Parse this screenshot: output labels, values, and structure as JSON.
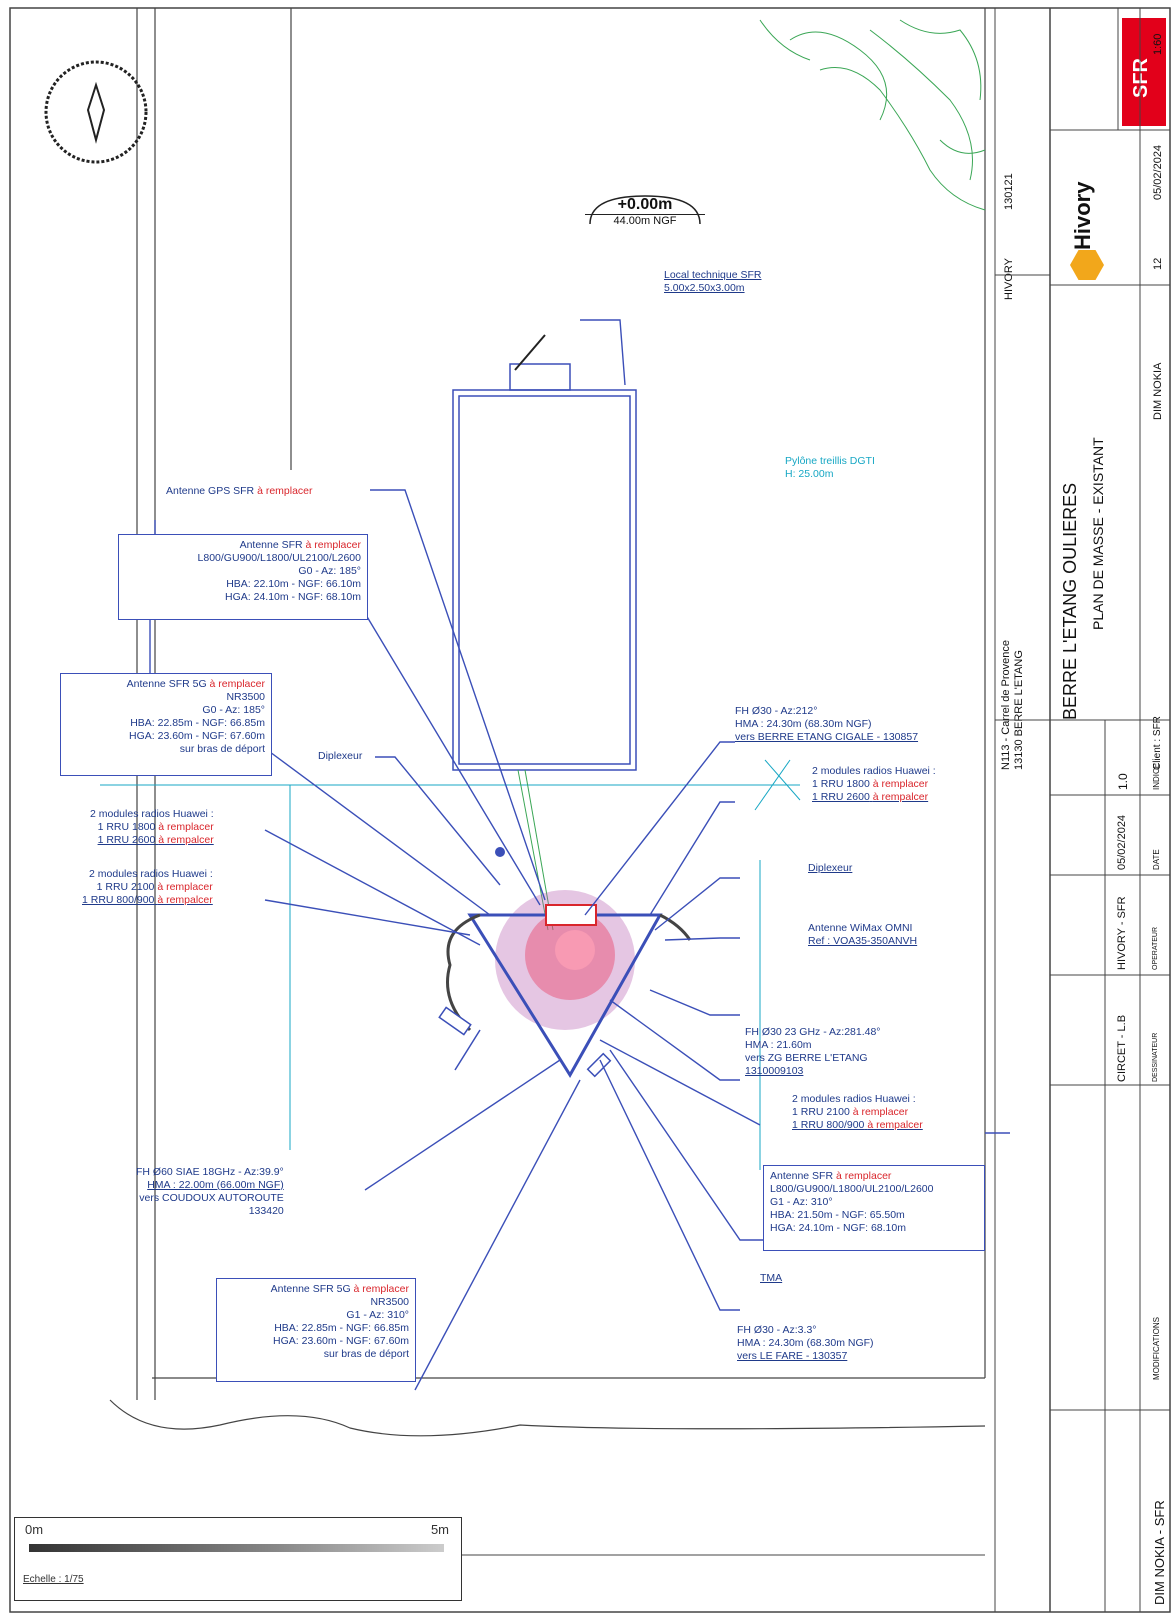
{
  "elevation": {
    "relative": "+0.00m",
    "ngf": "44.00m NGF"
  },
  "local_technique": {
    "title": "Local technique SFR",
    "dims": "5.00x2.50x3.00m"
  },
  "pylone": {
    "line1": "Pylône treillis DGTI",
    "line2": "H: 25.00m"
  },
  "gps": {
    "text": "Antenne GPS SFR",
    "action": "à remplacer"
  },
  "ant_g0": {
    "title": "Antenne SFR",
    "action": "à remplacer",
    "bands": "L800/GU900/L1800/UL2100/L2600",
    "az": "G0 - Az: 185°",
    "hba": "HBA: 22.10m - NGF: 66.10m",
    "hga": "HGA: 24.10m - NGF: 68.10m"
  },
  "ant5g_g0": {
    "title": "Antenne SFR 5G",
    "action": "à remplacer",
    "band": "NR3500",
    "az": "G0 - Az: 185°",
    "hba": "HBA: 22.85m - NGF: 66.85m",
    "hga": "HGA: 23.60m - NGF: 67.60m",
    "note": "sur bras de déport"
  },
  "diplexeur_left": "Diplexeur",
  "rru_left_1": {
    "title": "2 modules radios Huawei :",
    "l1": "1 RRU 1800",
    "l1a": "à remplacer",
    "l2": "1 RRU 2600",
    "l2a": "à rempalcer"
  },
  "rru_left_2": {
    "title": "2 modules radios Huawei :",
    "l1": "1 RRU 2100",
    "l1a": "à remplacer",
    "l2": "1 RRU 800/900",
    "l2a": "à rempalcer"
  },
  "fh_top": {
    "l1": "FH Ø30 - Az:212°",
    "l2": "HMA : 24.30m (68.30m NGF)",
    "l3": "vers BERRE ETANG CIGALE - 130857"
  },
  "rru_right_1": {
    "title": "2 modules radios Huawei :",
    "l1": "1 RRU 1800",
    "l1a": "à remplacer",
    "l2": "1 RRU 2600",
    "l2a": "à rempalcer"
  },
  "diplexeur_right": "Diplexeur",
  "wimax": {
    "l1": "Antenne WiMax OMNI",
    "l2": "Ref : VOA35-350ANVH"
  },
  "fh_zg": {
    "l1": "FH Ø30 23 GHz - Az:281.48°",
    "l2": "HMA : 21.60m",
    "l3": "vers ZG BERRE L'ETANG",
    "l4": "1310009103"
  },
  "rru_right_2": {
    "title": "2 modules radios Huawei :",
    "l1": "1 RRU 2100",
    "l1a": "à remplacer",
    "l2": "1 RRU 800/900",
    "l2a": "à rempalcer"
  },
  "ant_g1": {
    "title": "Antenne SFR",
    "action": "à remplacer",
    "bands": "L800/GU900/L1800/UL2100/L2600",
    "az": "G1 - Az: 310°",
    "hba": "HBA: 21.50m - NGF: 65.50m",
    "hga": "HGA: 24.10m - NGF: 68.10m"
  },
  "fh_siae": {
    "l1": "FH Ø60 SIAE 18GHz - Az:39.9°",
    "l2": "HMA : 22.00m (66.00m NGF)",
    "l3": "vers COUDOUX AUTOROUTE",
    "l4": "133420"
  },
  "tma": "TMA",
  "ant5g_g1": {
    "title": "Antenne SFR 5G",
    "action": "à remplacer",
    "band": "NR3500",
    "az": "G1 - Az: 310°",
    "hba": "HBA: 22.85m - NGF: 66.85m",
    "hga": "HGA: 23.60m - NGF: 67.60m",
    "note": "sur bras de déport"
  },
  "fh_fare": {
    "l1": "FH Ø30 - Az:3.3°",
    "l2": "HMA : 24.30m (68.30m NGF)",
    "l3": "vers LE FARE - 130357"
  },
  "scale": {
    "start": "0m",
    "end": "5m",
    "label": "Echelle : 1/75"
  },
  "title_block": {
    "operator": "HIVORY",
    "site_code": "130121",
    "address_1": "N113 - Carrel de Provence",
    "address_2": "13130 BERRE L'ETANG",
    "site_name": "BERRE L'ETANG OULIERES",
    "plan_title": "PLAN DE MASSE - EXISTANT",
    "logo_hivory": "Hivory",
    "logo_sfr": "SFR",
    "date_top": "05/02/2024",
    "scale_top": "1:60",
    "client": "Client : SFR",
    "dim": "DIM NOKIA",
    "page": "12",
    "indice": "1.0",
    "indice_lbl": "INDICE",
    "date2": "05/02/2024",
    "date_lbl": "DATE",
    "owner": "HIVORY - SFR",
    "owner_lbl": "OPERATEUR",
    "drafter": "CIRCET - L.B",
    "drafter_lbl": "DESSINATEUR",
    "modif_lbl": "MODIFICATIONS",
    "bottom": "DIM NOKIA - SFR"
  },
  "colors": {
    "blue": "#3b4fb8",
    "red": "#d9262c",
    "cyan": "#17a7c4",
    "green": "#3aa655"
  }
}
